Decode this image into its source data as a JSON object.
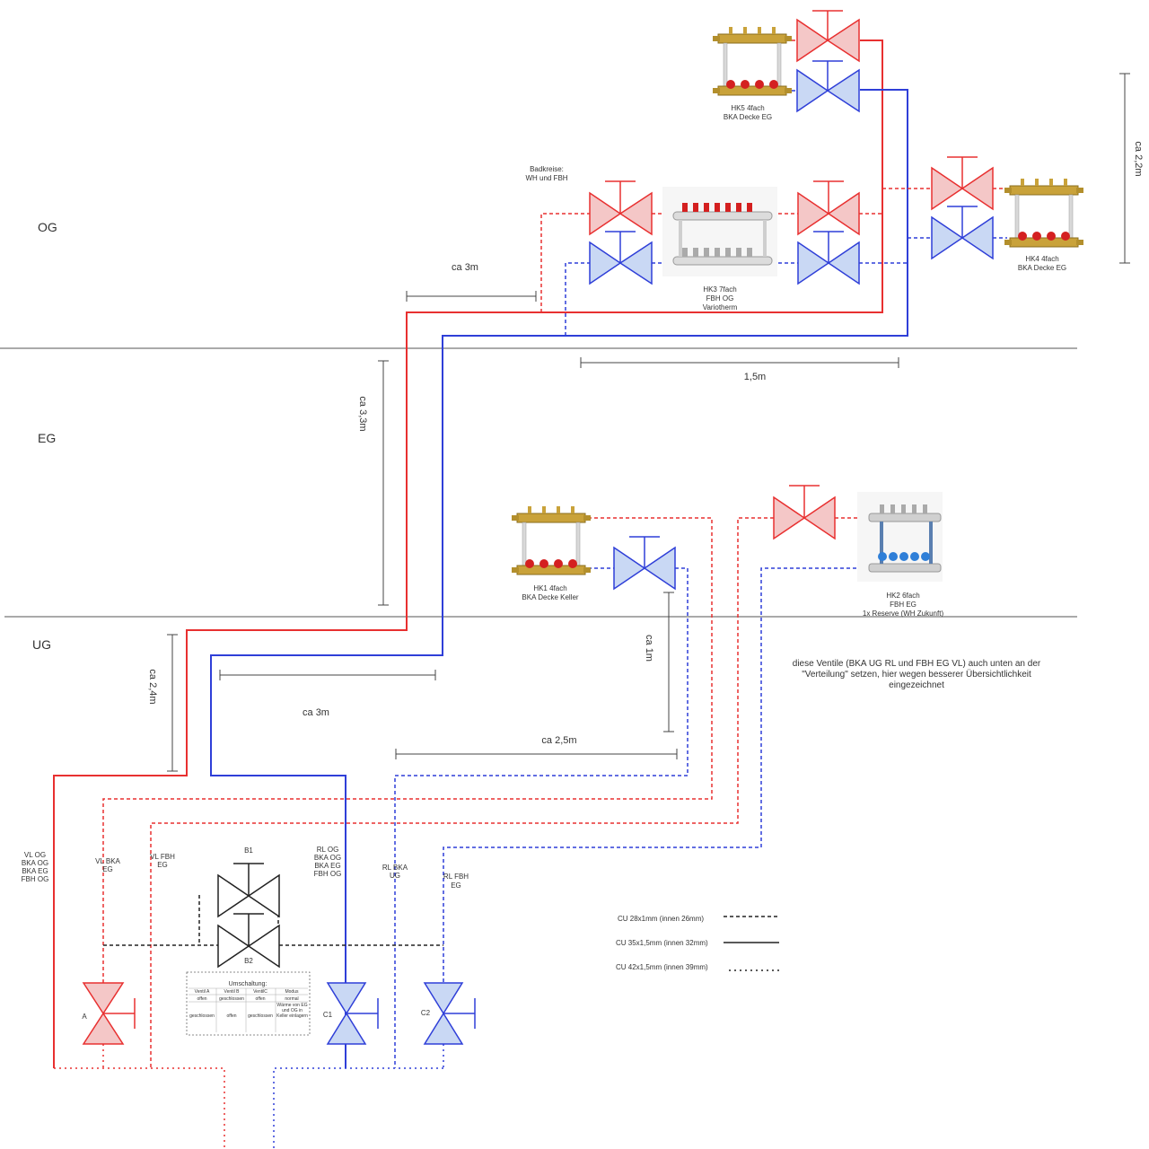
{
  "colors": {
    "supply": "#e83030",
    "return": "#2f3fd8",
    "supply_fill": "#f4c7c7",
    "return_fill": "#c9d8f4",
    "neutral": "#222222"
  },
  "floors": {
    "og": "OG",
    "eg": "EG",
    "ug": "UG"
  },
  "manifolds": {
    "hk5": {
      "name": "HK5 4fach",
      "sub": "BKA Decke EG"
    },
    "hk4": {
      "name": "HK4 4fach",
      "sub": "BKA Decke EG"
    },
    "hk3": {
      "name": "HK3 7fach",
      "sub": "FBH OG",
      "sub2": "Variotherm"
    },
    "hk1": {
      "name": "HK1 4fach",
      "sub": "BKA Decke Keller"
    },
    "hk2": {
      "name": "HK2 6fach",
      "sub": "FBH EG",
      "sub2": "1x Reserve (WH Zukunft)"
    }
  },
  "bath": {
    "l1": "Badkreise:",
    "l2": "WH und FBH"
  },
  "dimensions": {
    "og_3m": "ca 3m",
    "og_15m": "1,5m",
    "right_22m": "ca 2,2m",
    "eg_33m": "ca 3,3m",
    "ug_24m": "ca 2,4m",
    "ug_3m": "ca 3m",
    "ug_1m": "ca 1m",
    "ug_25m": "ca 2,5m"
  },
  "note": {
    "l1": "diese Ventile (BKA UG RL und FBH EG VL) auch unten an der",
    "l2": "\"Verteilung\" setzen, hier wegen besserer Übersichtlichkeit",
    "l3": "eingezeichnet"
  },
  "pipe_labels": {
    "vl_og": [
      "VL OG",
      "BKA OG",
      "BKA EG",
      "FBH OG"
    ],
    "vl_bka": [
      "VL BKA",
      "EG"
    ],
    "vl_fbh": [
      "VL FBH",
      "EG"
    ],
    "rl_og": [
      "RL OG",
      "BKA OG",
      "BKA EG",
      "FBH OG"
    ],
    "rl_bka": [
      "RL BKA",
      "UG"
    ],
    "rl_fbh": [
      "RL FBH",
      "EG"
    ]
  },
  "valves": {
    "b1": "B1",
    "b2": "B2",
    "a": "A",
    "c1": "C1",
    "c2": "C2"
  },
  "legend": [
    {
      "label": "CU 28x1mm  (innen 26mm)",
      "style": "dashed"
    },
    {
      "label": "CU 35x1,5mm (innen 32mm)",
      "style": "solid"
    },
    {
      "label": "CU 42x1,5mm (innen 39mm)",
      "style": "dotted"
    }
  ],
  "table": {
    "title": "Umschaltung:",
    "headers": [
      "Ventil A",
      "Ventil B",
      "VentilC",
      "Modus"
    ],
    "rows": [
      [
        "offen",
        "geschlossen",
        "offen",
        "normal"
      ],
      [
        "geschlossen",
        "offen",
        "geschlossen",
        "Wärme von EG und OG in Keller einlagern"
      ]
    ]
  }
}
